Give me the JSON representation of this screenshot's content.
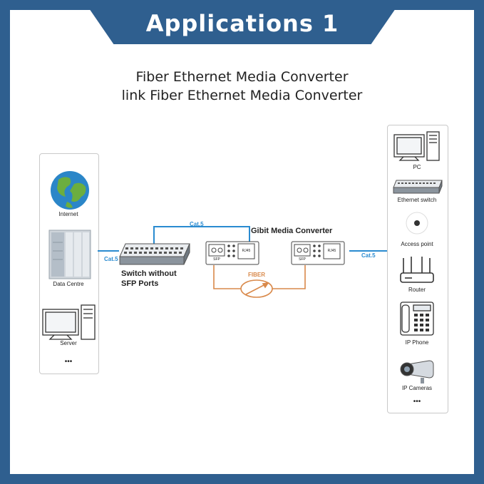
{
  "header": {
    "title": "Applications 1",
    "subtitle_line1": "Fiber Ethernet Media Converter",
    "subtitle_line2": "link Fiber Ethernet Media Converter"
  },
  "left_panel": {
    "items": [
      "Internet",
      "Data Centre",
      "Server"
    ],
    "more": "•••"
  },
  "right_panel": {
    "items": [
      "PC",
      "Ethernet switch",
      "Access point",
      "Router",
      "IP Phone",
      "IP Cameras"
    ],
    "more": "•••"
  },
  "diagram": {
    "cable_left": "Cat.5",
    "cable_top": "Cat.5",
    "cable_right": "Cat.5",
    "switch_label_line1": "Switch without",
    "switch_label_line2": "SFP Ports",
    "converter_title": "Gibit Media Converter",
    "sfp_label": "SFP",
    "rj45_label": "RJ45",
    "fiber_label": "FIBER"
  },
  "colors": {
    "border": "#2f5f8f",
    "cable": "#2a8bd0",
    "fiber": "#d9894a"
  }
}
